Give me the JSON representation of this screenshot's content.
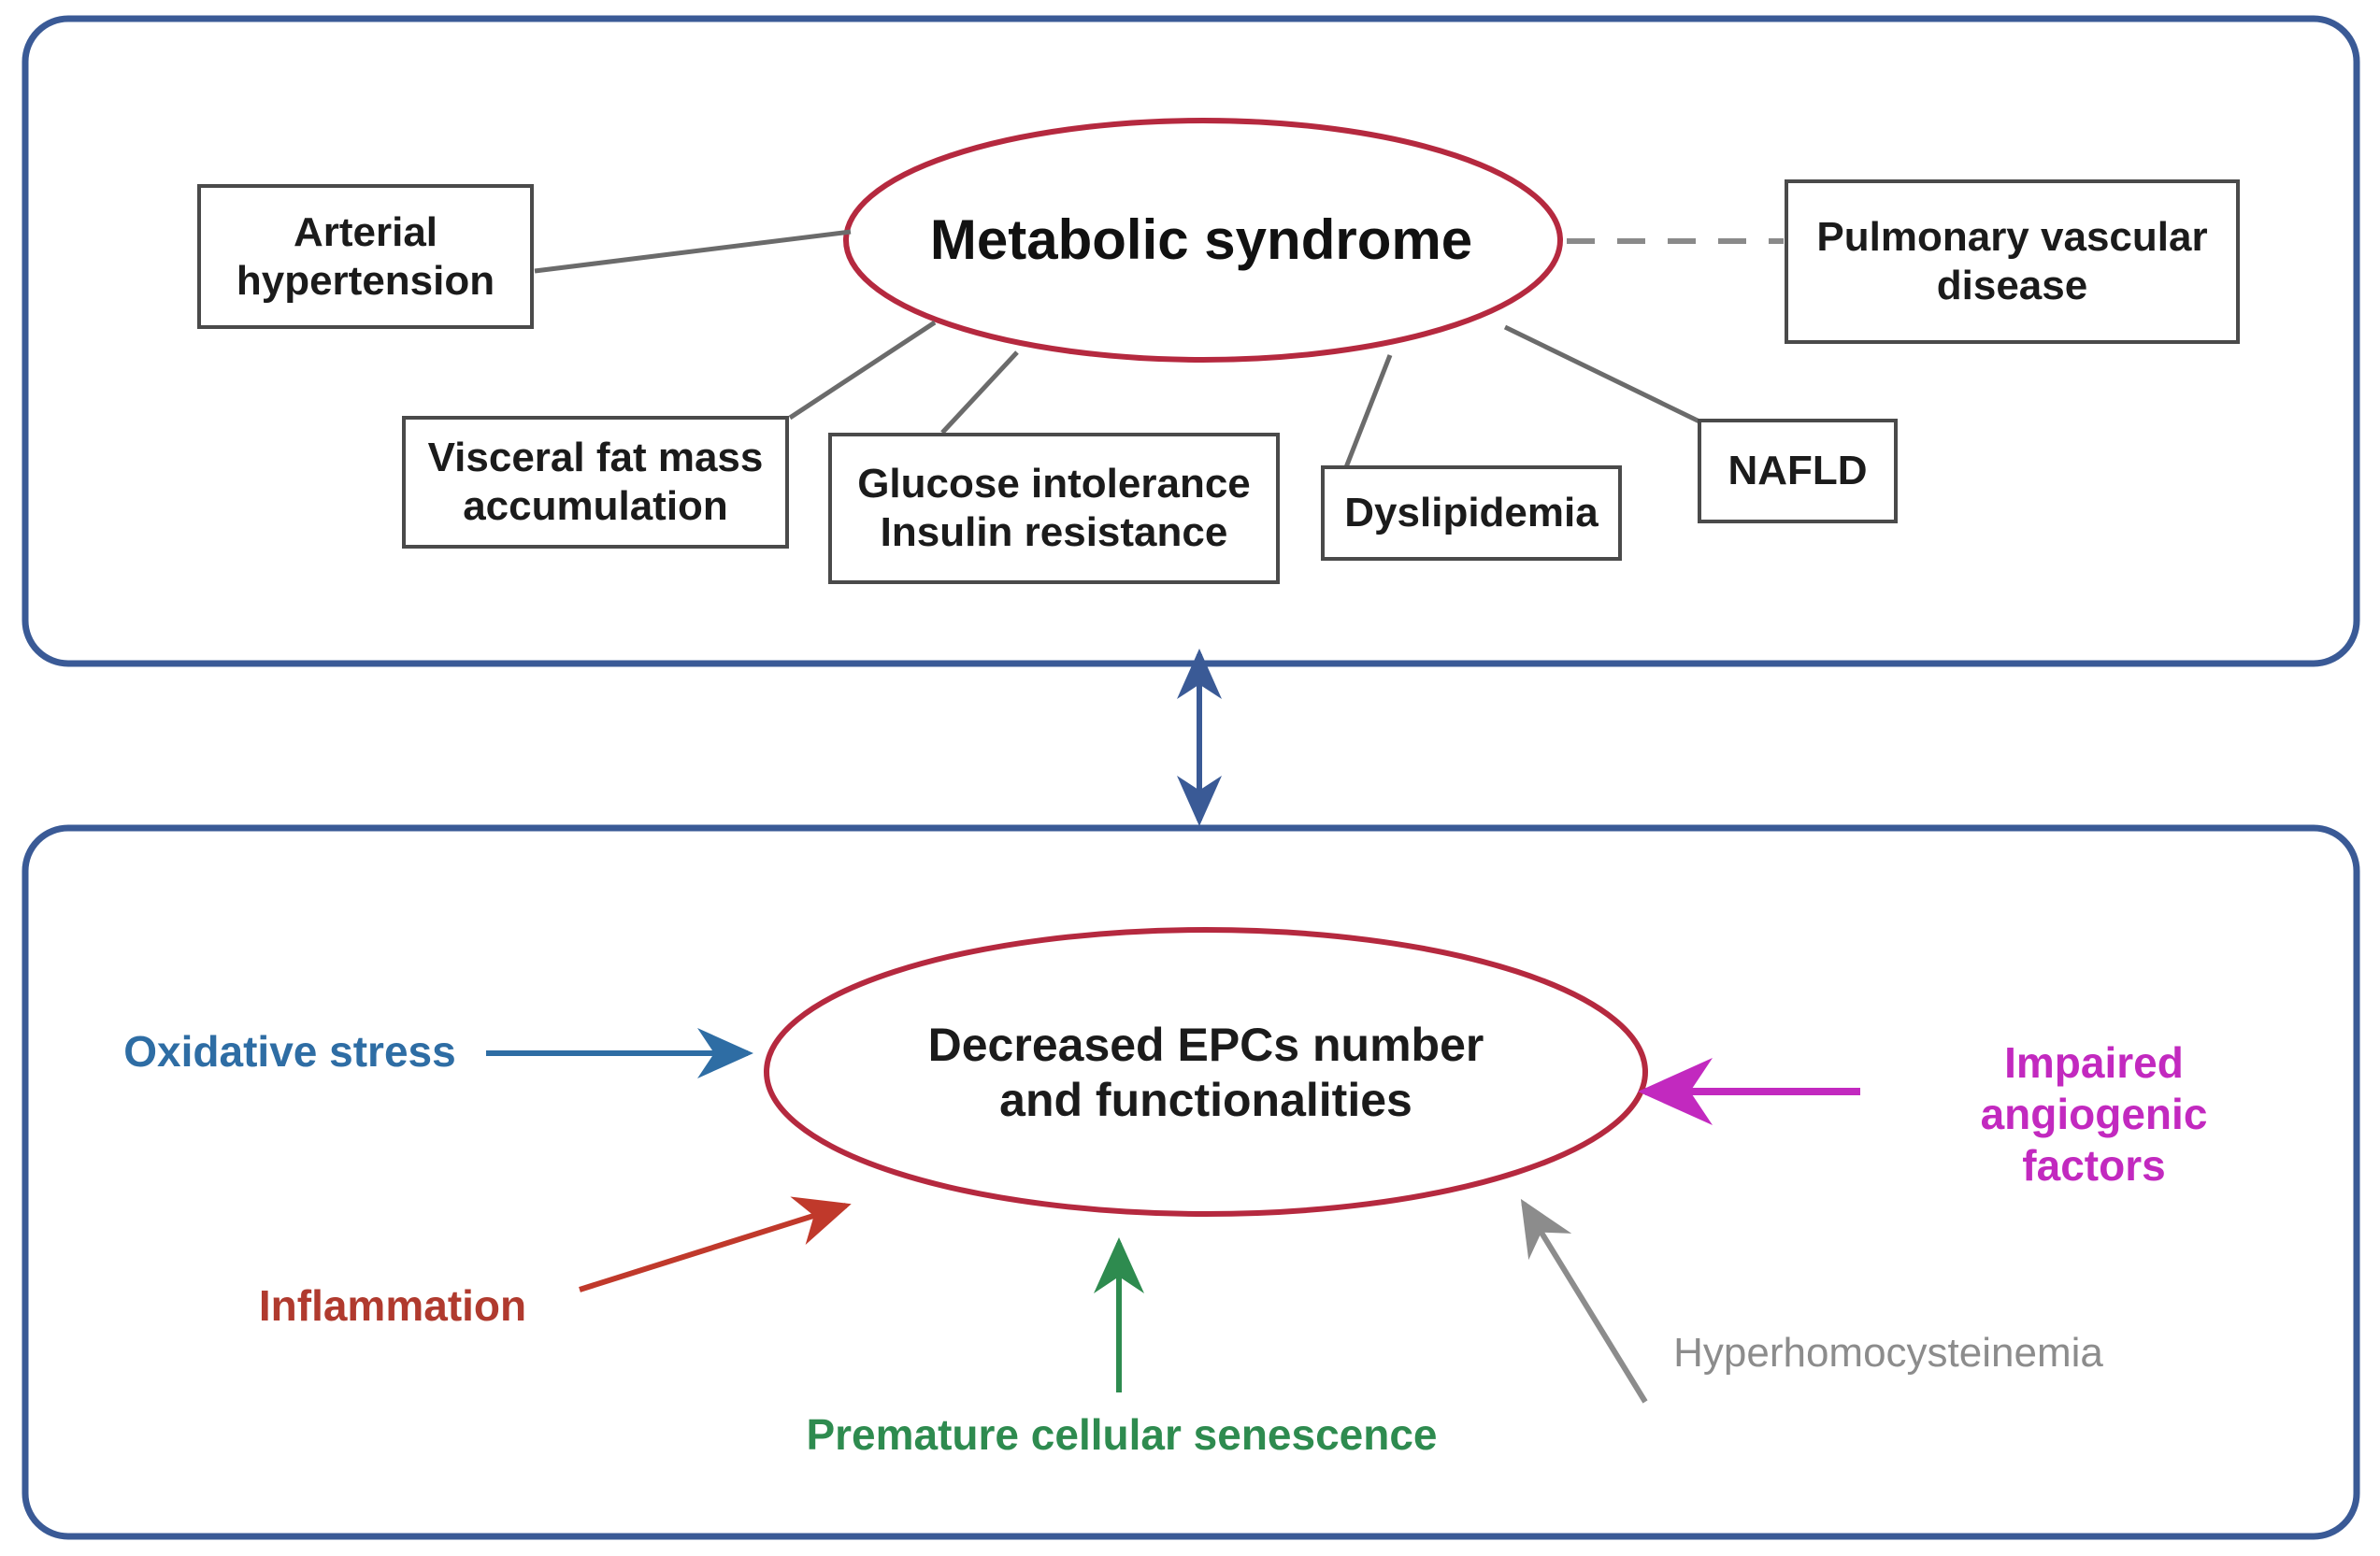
{
  "figure": {
    "title": "Metabolic syndrome and endothelial progenitor cells schematic",
    "background": "#ffffff"
  },
  "colors": {
    "panel_border": "#3a5a96",
    "ellipse_stroke": "#b5293f",
    "box_border": "#4a4a4a",
    "connector_gray": "#6b6b6b",
    "dashed_gray": "#8a8a8a",
    "text_dark": "#1b1b1b",
    "oxidative_blue": "#2e6da4",
    "inflammation_red": "#b03a2e",
    "senescence_green": "#2e8b4f",
    "angiogenic_magenta": "#c229bf",
    "hyperhomo_gray": "#8c8c8c",
    "connector_arrow_blue": "#3a5a96"
  },
  "top_panel": {
    "name": "metabolic-syndrome-panel",
    "center_node": {
      "label": "Metabolic syndrome",
      "shape": "ellipse"
    },
    "boxes": [
      {
        "id": "arterial-hypertension",
        "label": "Arterial\nhypertension",
        "lines": [
          "Arterial",
          "hypertension"
        ],
        "connector": "solid"
      },
      {
        "id": "visceral-fat-mass",
        "label": "Visceral fat mass\naccumulation",
        "lines": [
          "Visceral fat mass",
          "accumulation"
        ],
        "connector": "solid"
      },
      {
        "id": "glucose-intolerance",
        "label": "Glucose intolerance\nInsulin resistance",
        "lines": [
          "Glucose intolerance",
          "Insulin resistance"
        ],
        "connector": "solid"
      },
      {
        "id": "dyslipidemia",
        "label": "Dyslipidemia",
        "lines": [
          "Dyslipidemia"
        ],
        "connector": "solid"
      },
      {
        "id": "nafld",
        "label": "NAFLD",
        "lines": [
          "NAFLD"
        ],
        "connector": "solid"
      },
      {
        "id": "pulmonary-vascular-disease",
        "label": "Pulmonary vascular\ndisease",
        "lines": [
          "Pulmonary vascular",
          "disease"
        ],
        "connector": "dashed"
      }
    ]
  },
  "bottom_panel": {
    "name": "epc-dysfunction-panel",
    "center_node": {
      "label": "Decreased EPCs number\nand functionalities",
      "lines": [
        "Decreased EPCs number",
        "and functionalities"
      ],
      "shape": "ellipse"
    },
    "factors": [
      {
        "id": "oxidative-stress",
        "label": "Oxidative stress",
        "lines": [
          "Oxidative stress"
        ],
        "color": "#2e6da4",
        "arrow": "right"
      },
      {
        "id": "inflammation",
        "label": "Inflammation",
        "lines": [
          "Inflammation"
        ],
        "color": "#b03a2e",
        "arrow": "up-right"
      },
      {
        "id": "premature-cellular-senescence",
        "label": "Premature cellular senescence",
        "lines": [
          "Premature cellular senescence"
        ],
        "color": "#2e8b4f",
        "arrow": "up"
      },
      {
        "id": "impaired-angiogenic-factors",
        "label": "Impaired angiogenic\nfactors",
        "lines": [
          "Impaired angiogenic",
          "factors"
        ],
        "color": "#c229bf",
        "arrow": "left"
      },
      {
        "id": "hyperhomocysteinemia",
        "label": "Hyperhomocysteinemia",
        "lines": [
          "Hyperhomocysteinemia"
        ],
        "color": "#8c8c8c",
        "arrow": "up-left"
      }
    ]
  },
  "interpanel_connector": {
    "id": "bidirectional-arrow",
    "type": "double-headed-vertical-arrow",
    "color": "#3a5a96"
  }
}
